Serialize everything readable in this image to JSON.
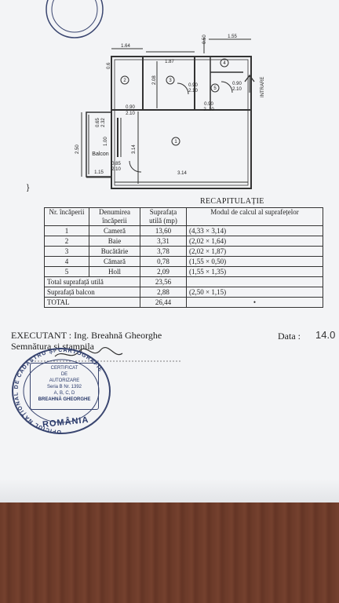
{
  "plan": {
    "dim_top_1": "1.64",
    "dim_top_2": "1.55",
    "dim_top_3": "0.50",
    "dim_mid_1": "1.87",
    "dim_left_1": "2.50",
    "dim_bottom_1": "1.15",
    "dim_bottom_2": "3.14",
    "dim_room_v": "3.14",
    "dim_2_08": "2.08",
    "dim_0_6": "0.6",
    "door_1": "0.90\n2.10",
    "door_2": "0.90\n2.10",
    "door_3": "0.90\n2.10",
    "door_4": "0.90\n2.10",
    "door_5": "0.85\n2.10",
    "door_6": "0.65\n2.32",
    "door_7": "1.00\n2.10",
    "balcon_label": "Balcon",
    "intrare_label": "INTRARE",
    "room_1": "1",
    "room_2": "2",
    "room_3": "3",
    "room_4": "4",
    "room_5": "5",
    "marker": "}"
  },
  "recap": {
    "title": "RECAPITULAȚIE",
    "headers": {
      "nr": "Nr. încăperii",
      "denumirea": "Denumirea încăperii",
      "suprafata": "Suprafața utilă (mp)",
      "modul": "Modul de calcul al suprafețelor"
    },
    "rows": [
      {
        "nr": "1",
        "name": "Cameră",
        "area": "13,60",
        "calc": "(4,33 × 3,14)"
      },
      {
        "nr": "2",
        "name": "Baie",
        "area": "3,31",
        "calc": "(2,02 × 1,64)"
      },
      {
        "nr": "3",
        "name": "Bucătărie",
        "area": "3,78",
        "calc": "(2,02 × 1,87)"
      },
      {
        "nr": "4",
        "name": "Cămară",
        "area": "0,78",
        "calc": "(1,55 × 0,50)"
      },
      {
        "nr": "5",
        "name": "Holl",
        "area": "2,09",
        "calc": "(1,55 × 1,35)"
      }
    ],
    "total_util_label": "Total suprafață utilă",
    "total_util_value": "23,56",
    "balcon_label": "Suprafață balcon",
    "balcon_value": "2,88",
    "balcon_calc": "(2,50 × 1,15)",
    "total_label": "TOTAL",
    "total_value": "26,44",
    "total_calc": "•"
  },
  "footer": {
    "executant": "EXECUTANT :  Ing. Breahnă Gheorghe",
    "data_label": "Data :",
    "data_value": "14.0",
    "semnatura": "Semnătura și ștampila"
  },
  "stamp": {
    "ring_text": "OFICIUL NAȚIONAL DE CADASTRU ȘI CARTOGRAFIE",
    "cert_lines": [
      "CERTIFICAT",
      "DE",
      "AUTORIZARE",
      "Seria B Nr. 1392",
      "A, B, C, D",
      "BREAHNĂ GHEORGHE"
    ],
    "country": "ROMÂNIA"
  },
  "colors": {
    "paper": "#f3f4f6",
    "ink": "#222222",
    "stamp": "#2a3a6b",
    "wood": "#6b3b2a"
  }
}
